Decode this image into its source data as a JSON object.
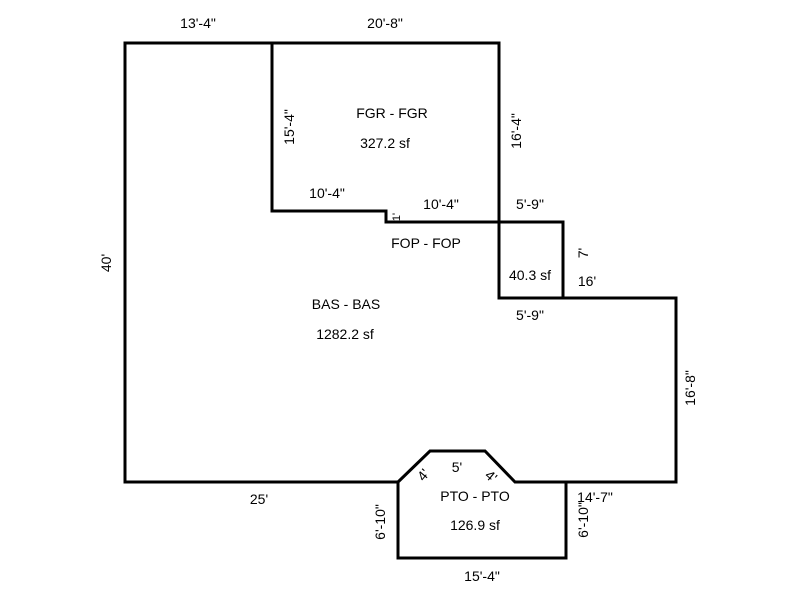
{
  "areas": {
    "fgr": {
      "label": "FGR - FGR",
      "area": "327.2 sf"
    },
    "fop": {
      "label": "FOP - FOP",
      "area": "40.3 sf"
    },
    "bas": {
      "label": "BAS - BAS",
      "area": "1282.2 sf"
    },
    "pto": {
      "label": "PTO - PTO",
      "area": "126.9 sf"
    }
  },
  "dimensions": {
    "top_left": "13'-4\"",
    "top_right": "20'-8\"",
    "fgr_left": "15'-4\"",
    "fgr_right": "16'-4\"",
    "fgr_bottom": "10'-4\"",
    "fop_top_left": "10'-4\"",
    "step": "1'",
    "fop_top": "5'-9\"",
    "fop_right": "7'",
    "bas_step": "16'",
    "fop_bottom": "5'-9\"",
    "left": "40'",
    "right": "16'-8\"",
    "bottom_left": "25'",
    "pto_top": "5'",
    "pto_diag_left": "4'",
    "pto_diag_right": "4'",
    "pto_left": "6'-10\"",
    "pto_right": "6'-10\"",
    "bottom_right": "14'-7\"",
    "pto_bottom": "15'-4\""
  }
}
